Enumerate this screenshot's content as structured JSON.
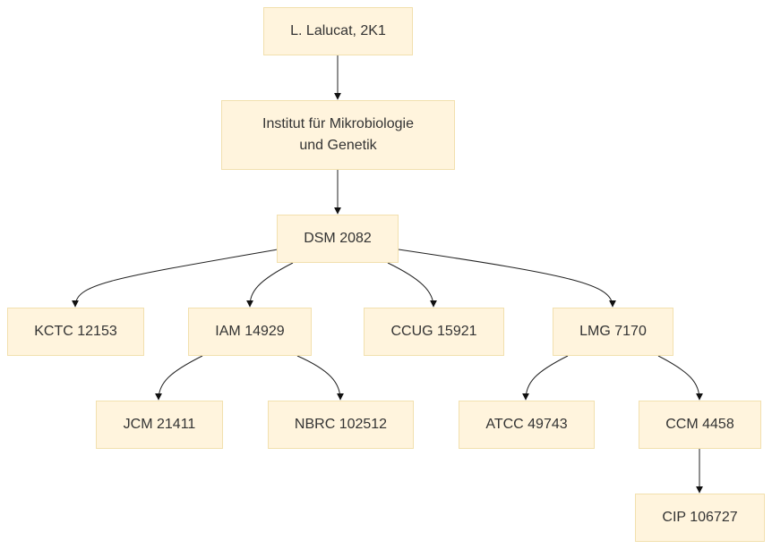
{
  "nodes": {
    "lalucat": {
      "line1": "L. Lalucat, 2K1"
    },
    "institut": {
      "line1": "Institut für Mikrobiologie",
      "line2": "und Genetik"
    },
    "dsm": {
      "line1": "DSM 2082"
    },
    "kctc": {
      "line1": "KCTC 12153"
    },
    "iam": {
      "line1": "IAM 14929"
    },
    "ccug": {
      "line1": "CCUG 15921"
    },
    "lmg": {
      "line1": "LMG 7170"
    },
    "jcm": {
      "line1": "JCM 21411"
    },
    "nbrc": {
      "line1": "NBRC 102512"
    },
    "atcc": {
      "line1": "ATCC 49743"
    },
    "ccm": {
      "line1": "CCM 4458"
    },
    "cip": {
      "line1": "CIP 106727"
    }
  },
  "edges": [
    {
      "from": "lalucat",
      "to": "institut"
    },
    {
      "from": "institut",
      "to": "dsm"
    },
    {
      "from": "dsm",
      "to": "kctc"
    },
    {
      "from": "dsm",
      "to": "iam"
    },
    {
      "from": "dsm",
      "to": "ccug"
    },
    {
      "from": "dsm",
      "to": "lmg"
    },
    {
      "from": "iam",
      "to": "jcm"
    },
    {
      "from": "iam",
      "to": "nbrc"
    },
    {
      "from": "lmg",
      "to": "atcc"
    },
    {
      "from": "lmg",
      "to": "ccm"
    },
    {
      "from": "ccm",
      "to": "cip"
    }
  ],
  "colors": {
    "node_fill": "#fff4dd",
    "node_border": "#f2e0ae",
    "text": "#333333",
    "edge": "#222222"
  }
}
